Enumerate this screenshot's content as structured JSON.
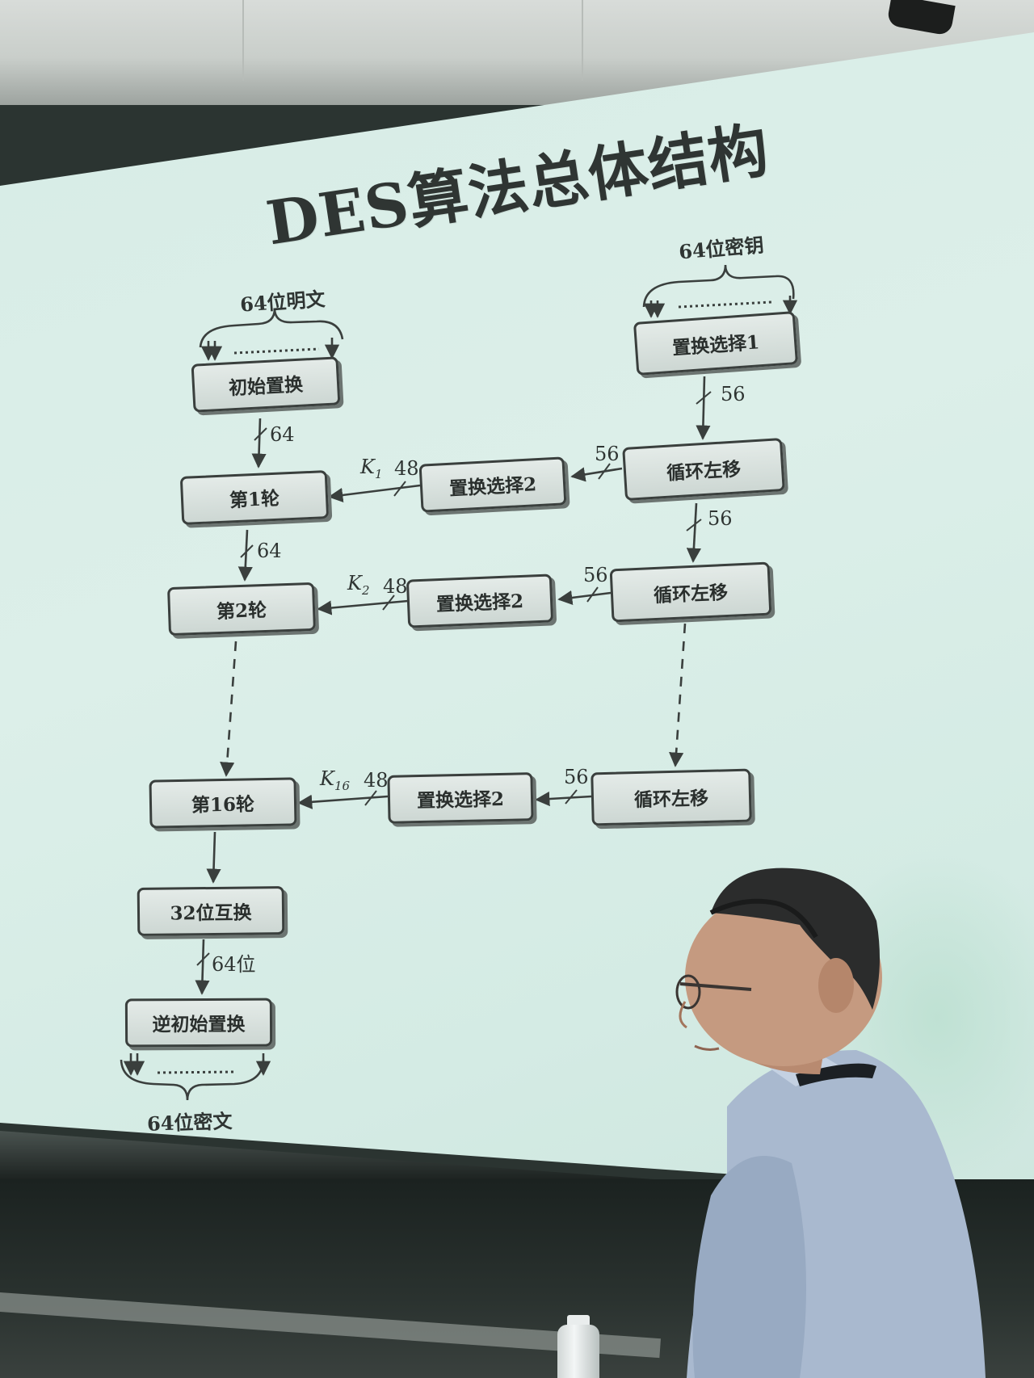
{
  "slide": {
    "title": "DES算法总体结构",
    "plaintext_label": "64位明文",
    "key_label": "64位密钥",
    "ciphertext_label": "64位密文"
  },
  "left_column": {
    "initial_permutation": "初始置换",
    "round1": "第1轮",
    "round2": "第2轮",
    "round16": "第16轮",
    "swap32": "32位互换",
    "inverse_permutation": "逆初始置换"
  },
  "middle_column": {
    "pc2_row1": "置换选择2",
    "pc2_row2": "置换选择2",
    "pc2_row3": "置换选择2"
  },
  "right_column": {
    "pc1": "置换选择1",
    "shift_row1": "循环左移",
    "shift_row2": "循环左移",
    "shift_row3": "循环左移"
  },
  "labels": {
    "bits64_a": "64",
    "bits64_b": "64",
    "bits64_out": "64位",
    "bits56_pc1": "56",
    "bits56_shift": "56",
    "bits56_r1": "56",
    "bits56_r2": "56",
    "bits56_r3": "56",
    "bits48_r1": "48",
    "bits48_r2": "48",
    "bits48_r3": "48",
    "k1": "K",
    "k1_sub": "1",
    "k2": "K",
    "k2_sub": "2",
    "k16": "K",
    "k16_sub": "16"
  }
}
